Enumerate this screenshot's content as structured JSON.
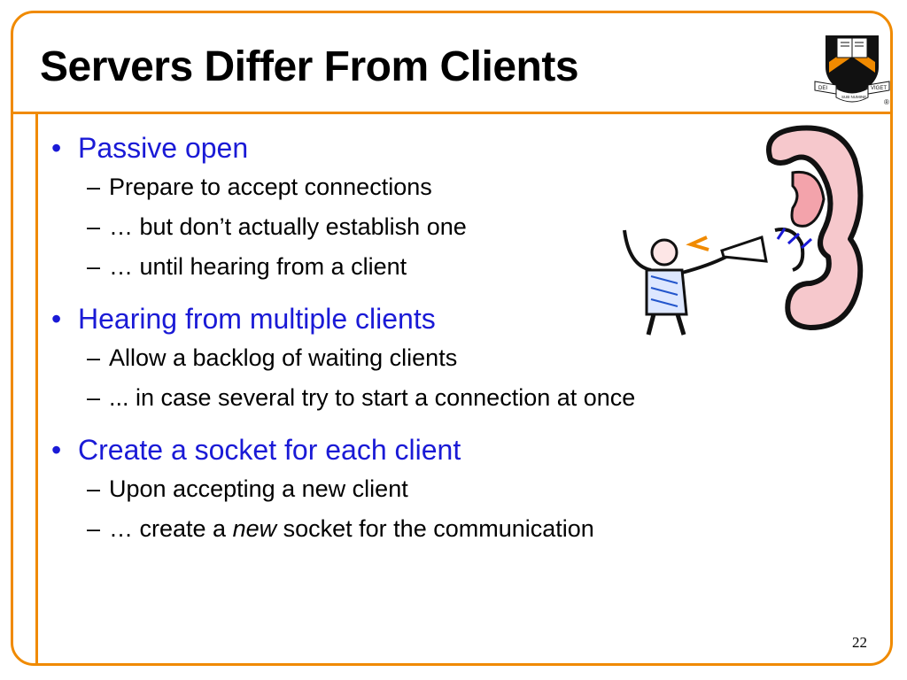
{
  "title": "Servers Differ From Clients",
  "bullets": [
    {
      "text": "Passive open",
      "subs": [
        "Prepare to accept connections",
        "… but don’t actually establish one",
        "… until hearing from a client"
      ]
    },
    {
      "text": "Hearing from multiple clients",
      "subs": [
        "Allow a backlog of waiting clients",
        "... in case several try to start a connection at once"
      ]
    },
    {
      "text": "Create a socket for each client",
      "subs": [
        "Upon accepting a new client"
      ],
      "sub_last": {
        "before": "… create a",
        "emphasis": "new",
        "after": "socket for the communication"
      }
    }
  ],
  "bullet_symbol": "•",
  "dash_symbol": "–",
  "logo": {
    "icon": "princeton-shield-icon",
    "left_scroll": "DEI",
    "mid_scroll": "SUB NUMINE",
    "right_scroll": "VIGET",
    "registered": "®"
  },
  "clipart": {
    "icon": "person-shouting-into-ear-icon"
  },
  "page_number": "22",
  "colors": {
    "accent": "#f08a00",
    "bullet_text": "#1a1ad6",
    "shield_black": "#111111",
    "ear_pink": "#f6c8cc"
  }
}
